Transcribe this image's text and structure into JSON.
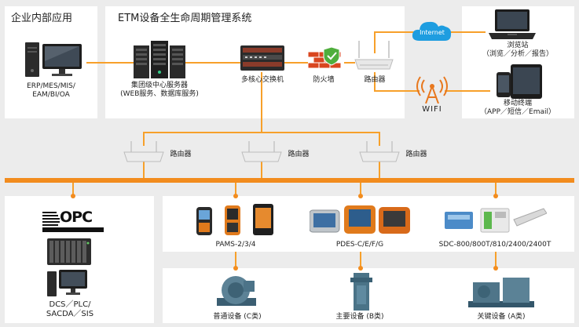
{
  "enterprise": {
    "title": "企业内部应用",
    "pc_label_line1": "ERP/MES/MIS/",
    "pc_label_line2": "EAM/BI/OA"
  },
  "etm": {
    "title": "ETM设备全生命周期管理系统",
    "server_label_line1": "集团级中心服务器",
    "server_label_line2": "(WEB服务、数据库服务)",
    "core_switch_label": "多核心交换机",
    "firewall_label": "防火墙",
    "router_label": "路由器"
  },
  "internet": {
    "label": "Internet"
  },
  "wifi": {
    "label": "WIFI"
  },
  "browser": {
    "label_line1": "浏览站",
    "label_line2": "（浏览／分析／报告）"
  },
  "mobile": {
    "label_line1": "移动终端",
    "label_line2": "（APP／短信／Email）"
  },
  "routers": [
    {
      "label": "路由器"
    },
    {
      "label": "路由器"
    },
    {
      "label": "路由器"
    }
  ],
  "control": {
    "opc_logo": "OPC",
    "label_line1": "DCS／PLC/",
    "label_line2": "SACDA／SIS"
  },
  "devices": {
    "pams_label": "PAMS-2/3/4",
    "pdes_label": "PDES-C/E/F/G",
    "sdc_label": "SDC-800/800T/810/2400/2400T"
  },
  "equipment": {
    "general_label": "普通设备 (C类)",
    "main_label": "主要设备 (B类)",
    "key_label": "关键设备 (A类)"
  },
  "colors": {
    "accent": "#f28c1e",
    "cloud": "#1e9de0",
    "background": "#ececec",
    "panel": "#ffffff"
  }
}
